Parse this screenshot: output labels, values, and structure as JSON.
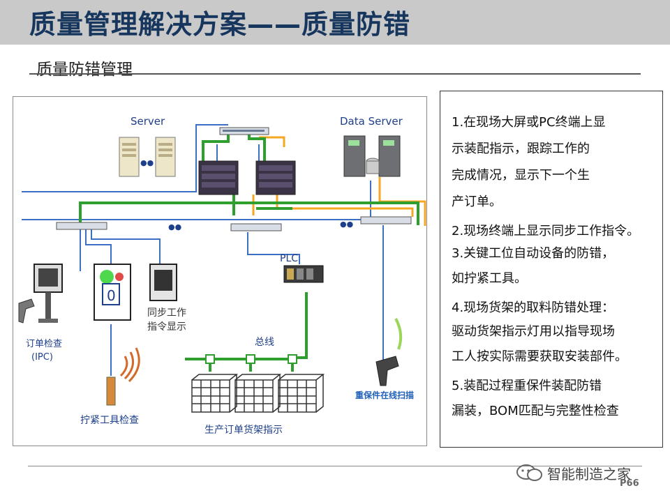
{
  "header": {
    "title": "质量管理解决方案——质量防错"
  },
  "section": {
    "subtitle": "质量防错管理"
  },
  "diagram": {
    "server_label": "Server",
    "data_server_label": "Data Server",
    "plc_label": "PLC",
    "bus_label": "总线",
    "order_check_line1": "订单检查",
    "order_check_line2": "(IPC)",
    "sync_line1": "同步工作",
    "sync_line2": "指令显示",
    "tighten_label": "拧紧工具检查",
    "rack_label": "生产订单货架指示",
    "scan_label": "重保件在线扫描",
    "station_digit": "0",
    "dots": "●●"
  },
  "notes": {
    "item1_l1": "1.在现场大屏或PC终端上显",
    "item1_l2": "示装配指示，跟踪工作的",
    "item1_l3": "完成情况，显示下一个生",
    "item1_l4": "产订单。",
    "item2": "2.现场终端上显示同步工作指令。",
    "item3_l1": "3.关键工位自动设备的防错，",
    "item3_l2": " 如拧紧工具。",
    "item4_l1": "4.现场货架的取料防错处理：",
    "item4_l2": "驱动货架指示灯用以指导现场",
    "item4_l3": "工人按实际需要获取安装部件。",
    "item5_l1": "5.装配过程重保件装配防错",
    "item5_l2": " 漏装，BOM匹配与完整性检查"
  },
  "footer": {
    "brand": "智能制造之家",
    "page": "P66"
  },
  "colors": {
    "title": "#17365d",
    "green_cable": "#2e9e2e",
    "orange_cable": "#f5a623",
    "blue_cable": "#3a6fc4"
  }
}
